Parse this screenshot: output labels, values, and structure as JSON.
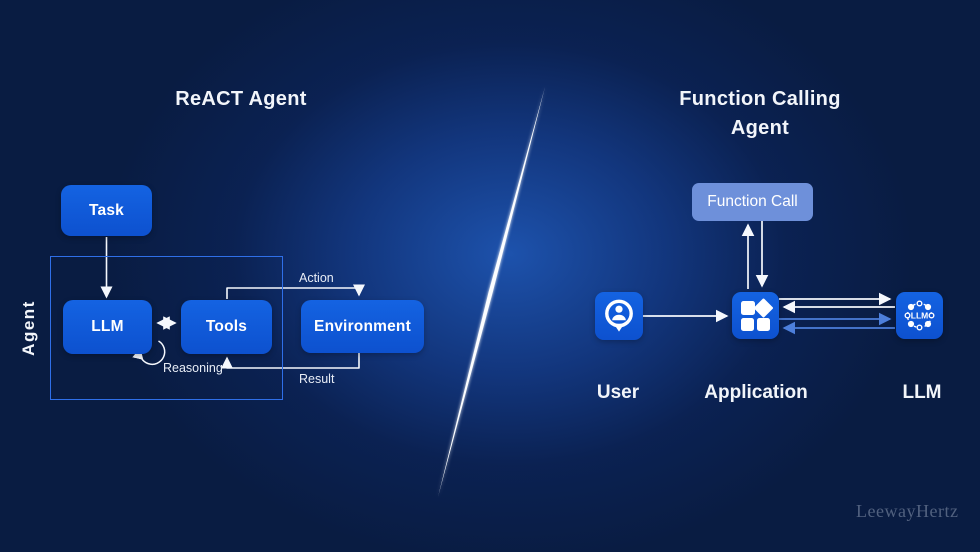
{
  "left": {
    "title": "ReACT Agent",
    "agent_label": "Agent",
    "boxes": {
      "task": "Task",
      "llm": "LLM",
      "tools": "Tools",
      "environment": "Environment"
    },
    "edge_labels": {
      "action": "Action",
      "result": "Result",
      "reasoning": "Reasoning"
    }
  },
  "right": {
    "title_line1": "Function Calling",
    "title_line2": "Agent",
    "function_call_label": "Function Call",
    "node_labels": {
      "user": "User",
      "application": "Application",
      "llm": "LLM"
    },
    "llm_badge": "LLM",
    "icons": [
      "user-bubble-icon",
      "app-grid-icon",
      "llm-network-icon"
    ]
  },
  "watermark": "LeewayHertz",
  "colors": {
    "node_blue": "#1159d6",
    "function_call_blue": "#6e90da",
    "arrow_white": "#f5f8fd",
    "arrow_blue": "#4d7fdb",
    "agent_border": "#2f6fe8",
    "background_center": "#1d55b0",
    "background_edge": "#091c42",
    "watermark_color": "#51617f"
  }
}
